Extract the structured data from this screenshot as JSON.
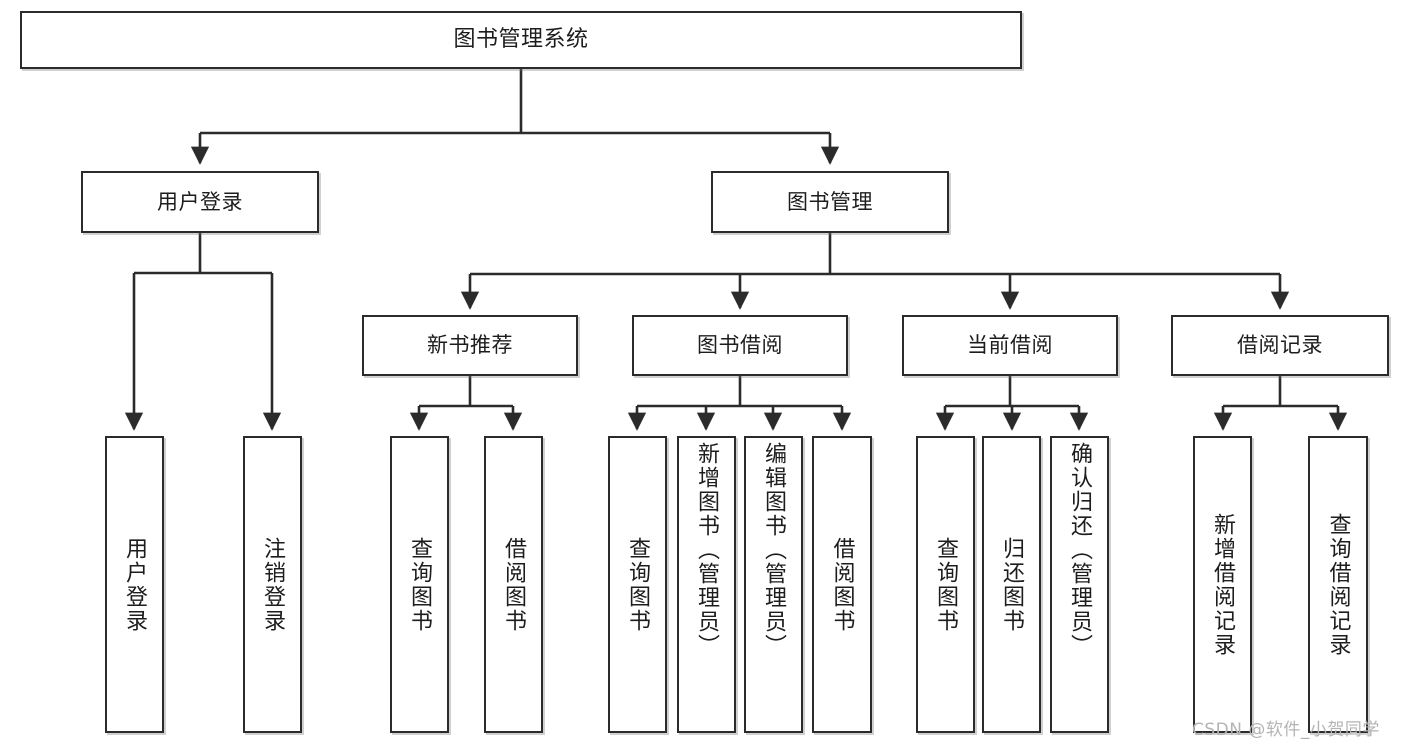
{
  "diagram": {
    "title": "图书管理系统",
    "type": "tree-hierarchy",
    "root": {
      "label": "图书管理系统"
    },
    "level2": [
      {
        "label": "用户登录"
      },
      {
        "label": "图书管理"
      }
    ],
    "level3": [
      {
        "label": "新书推荐"
      },
      {
        "label": "图书借阅"
      },
      {
        "label": "当前借阅"
      },
      {
        "label": "借阅记录"
      }
    ],
    "leaves": {
      "user_login": [
        {
          "label": "用户登录"
        },
        {
          "label": "注销登录"
        }
      ],
      "new_book_recommend": [
        {
          "label": "查询图书"
        },
        {
          "label": "借阅图书"
        }
      ],
      "book_borrow": [
        {
          "label": "查询图书"
        },
        {
          "label": "新增图书（管理员）"
        },
        {
          "label": "编辑图书（管理员）"
        },
        {
          "label": "借阅图书"
        }
      ],
      "current_borrow": [
        {
          "label": "查询图书"
        },
        {
          "label": "归还图书"
        },
        {
          "label": "确认归还（管理员）"
        }
      ],
      "borrow_records": [
        {
          "label": "新增借阅记录"
        },
        {
          "label": "查询借阅记录"
        }
      ]
    }
  },
  "watermark": {
    "text": "CSDN @软件_小贺同学"
  },
  "colors": {
    "border": "#2b2b2b",
    "background": "#ffffff",
    "text": "#1d1d1d",
    "watermark": "#b4b4b4"
  }
}
